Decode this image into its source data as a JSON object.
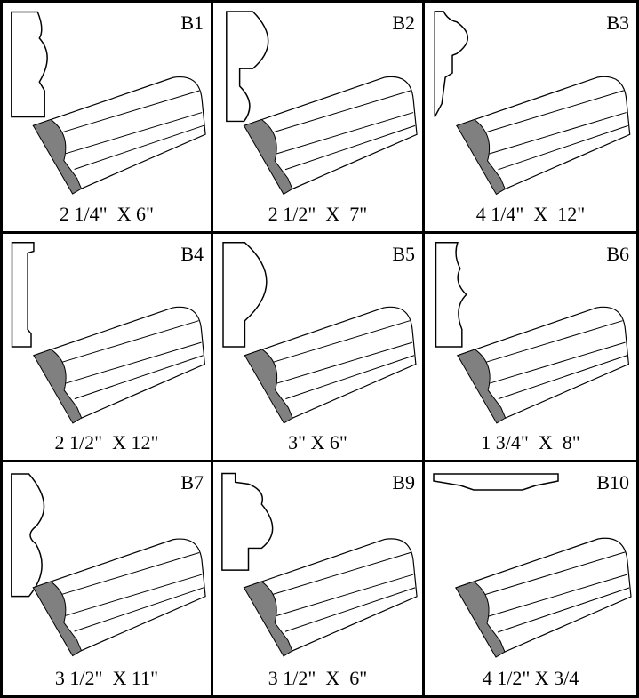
{
  "title": "Molding profiles catalog",
  "colors": {
    "end_face": "#808080",
    "outline": "#000000"
  },
  "items": [
    {
      "code": "B1",
      "size": "2 1/4\"  X 6\""
    },
    {
      "code": "B2",
      "size": "2 1/2\"  X  7\""
    },
    {
      "code": "B3",
      "size": "4 1/4\"  X  12\""
    },
    {
      "code": "B4",
      "size": "2 1/2\"  X 12\""
    },
    {
      "code": "B5",
      "size": "3\" X 6\""
    },
    {
      "code": "B6",
      "size": "1 3/4\"  X  8\""
    },
    {
      "code": "B7",
      "size": "3 1/2\"  X 11\""
    },
    {
      "code": "B9",
      "size": "3 1/2\"  X  6\""
    },
    {
      "code": "B10",
      "size": "4 1/2\" X 3/4"
    }
  ]
}
